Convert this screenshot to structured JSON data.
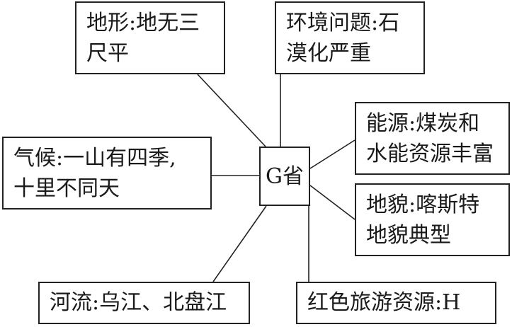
{
  "diagram": {
    "center": "G省",
    "terrain": [
      "地形:地无三",
      "尺平"
    ],
    "environment": [
      "环境问题:石",
      "漠化严重"
    ],
    "energy": [
      "能源:煤炭和",
      "水能资源丰富"
    ],
    "landform": [
      "地貌:喀斯特",
      "地貌典型"
    ],
    "climate": [
      "气候:一山有四季,",
      "十里不同天"
    ],
    "river": [
      "河流:乌江、北盘江"
    ],
    "red_tourism": [
      "红色旅游资源:H"
    ]
  },
  "colors": {
    "line": "#222222",
    "border": "#222222",
    "text": "#1a1a1a",
    "background": "#ffffff"
  }
}
